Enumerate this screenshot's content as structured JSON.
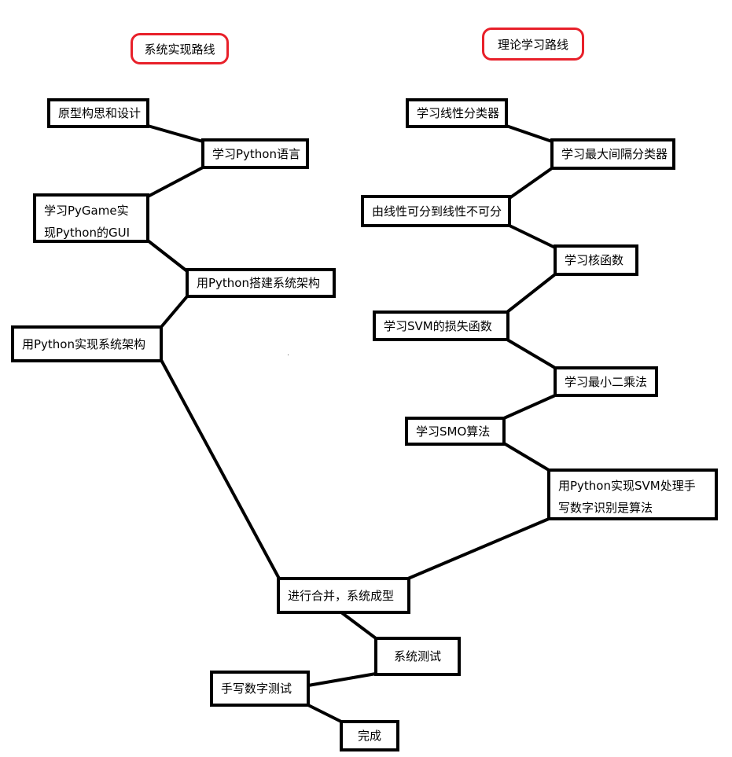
{
  "titles": {
    "system": "系统实现路线",
    "theory": "理论学习路线"
  },
  "nodes": {
    "prototype": "原型构思和设计",
    "learn_python": "学习Python语言",
    "pygame_gui": "学习PyGame实现Python的GUI",
    "build_arch": "用Python搭建系统架构",
    "impl_arch": "用Python实现系统架构",
    "linear_classifier": "学习线性分类器",
    "max_margin": "学习最大间隔分类器",
    "linear_to_nonlinear": "由线性可分到线性不可分",
    "kernel": "学习核函数",
    "svm_loss": "学习SVM的损失函数",
    "least_squares": "学习最小二乘法",
    "smo": "学习SMO算法",
    "svm_python": "用Python实现SVM处理手写数字识别是算法",
    "merge": "进行合并，系统成型",
    "system_test": "系统测试",
    "handwriting_test": "手写数字测试",
    "done": "完成"
  }
}
